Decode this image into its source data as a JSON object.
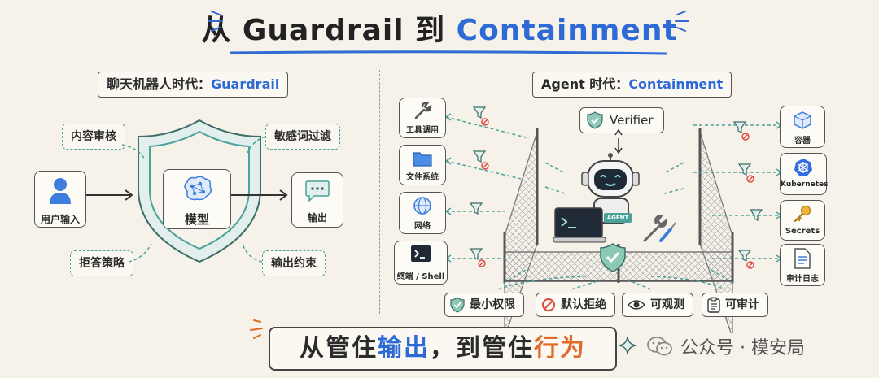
{
  "title": {
    "part1": "从 Guardrail 到",
    "part2": "Containment"
  },
  "left": {
    "section_prefix": "聊天机器人时代：",
    "section_highlight": "Guardrail",
    "tags": {
      "top_left": "内容审核",
      "top_right": "敏感词过滤",
      "bottom_left": "拒答策略",
      "bottom_right": "输出约束"
    },
    "user": "用户输入",
    "model": "模型",
    "output": "输出"
  },
  "right": {
    "section_prefix": "Agent 时代：",
    "section_highlight": "Containment",
    "verifier": "Verifier",
    "agent_badge": "AGENT",
    "left_tools": [
      "工具调用",
      "文件系统",
      "网络",
      "终端 / Shell"
    ],
    "right_tools": [
      "容器",
      "Kubernetes",
      "Secrets",
      "审计日志"
    ],
    "pills": [
      "最小权限",
      "默认拒绝",
      "可观测",
      "可审计"
    ]
  },
  "bottom": {
    "p1": "从管住",
    "p2": "输出",
    "p3": "，到管住",
    "p4": "行为"
  },
  "watermark": "公众号 · 模安局",
  "colors": {
    "accent": "#2e6ad6",
    "teal": "#4aa29a",
    "orange": "#e06a2a"
  }
}
